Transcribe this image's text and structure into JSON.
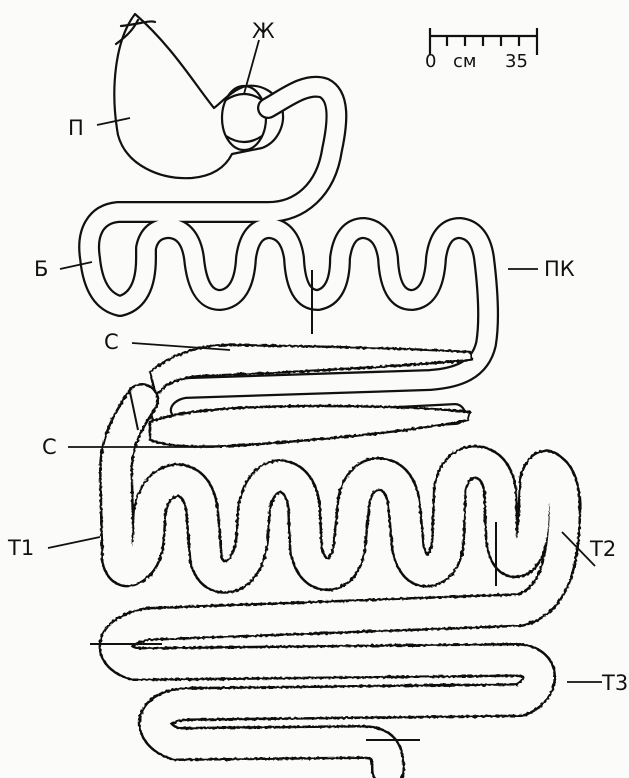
{
  "scale": {
    "min": "0",
    "unit": "см",
    "max": "35"
  },
  "labels": {
    "stomach": "П",
    "gizzard": "Ж",
    "duodenum": "Б",
    "jejunum": "ПК",
    "cecum_upper": "С",
    "cecum_lower": "С",
    "colon_1": "T1",
    "colon_2": "T2",
    "colon_3": "T3"
  },
  "colors": {
    "ink": "#111111",
    "background": "#fbfbfa"
  }
}
